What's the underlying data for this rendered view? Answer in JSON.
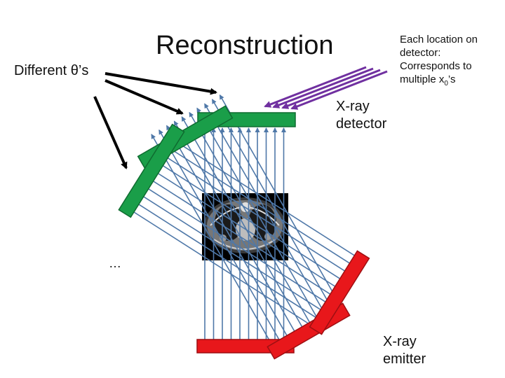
{
  "title": "Reconstruction",
  "theta_label": "Different θ’s",
  "note": {
    "line1": "Each location on",
    "line2": "detector:",
    "line3": "Corresponds to",
    "line4_prefix": "multiple x",
    "line4_sub": "0",
    "line4_suffix": "’s"
  },
  "detector_label": {
    "line1": "X-ray",
    "line2": "detector"
  },
  "emitter_label": {
    "line1": "X-ray",
    "line2": "emitter"
  },
  "ellipsis": "…",
  "colors": {
    "detector": "#1a9e49",
    "emitter": "#e8171b",
    "ray": "#4f78a8",
    "purple_arrow": "#7030a0",
    "black_arrow": "#000000"
  },
  "icons": {
    "ct_slice": "ct-scan-image"
  }
}
